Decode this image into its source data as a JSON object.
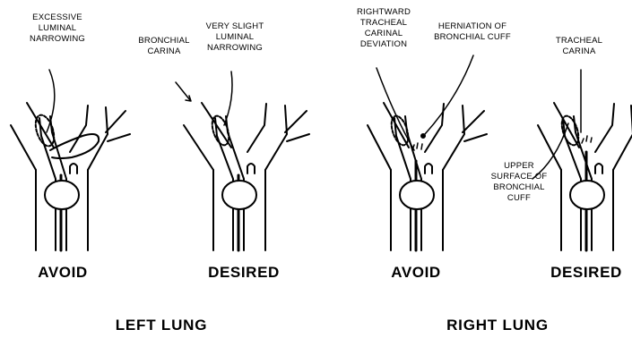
{
  "panels": [
    {
      "id": "left-avoid",
      "caption": "AVOID"
    },
    {
      "id": "left-desired",
      "caption": "DESIRED"
    },
    {
      "id": "right-avoid",
      "caption": "AVOID"
    },
    {
      "id": "right-desired",
      "caption": "DESIRED"
    }
  ],
  "groups": {
    "left": "LEFT LUNG",
    "right": "RIGHT LUNG"
  },
  "labels": {
    "excessive": "EXCESSIVE\nLUMINAL\nNARROWING",
    "bronchial_carina": "BRONCHIAL\nCARINA",
    "very_slight": "VERY SLIGHT\nLUMINAL\nNARROWING",
    "rightward": "RIGHTWARD\nTRACHEAL\nCARINAL\nDEVIATION",
    "herniation": "HERNIATION OF\nBRONCHIAL CUFF",
    "tracheal_carina": "TRACHEAL\nCARINA",
    "upper_surface": "UPPER\nSURFACE OF\nBRONCHIAL\nCUFF"
  }
}
